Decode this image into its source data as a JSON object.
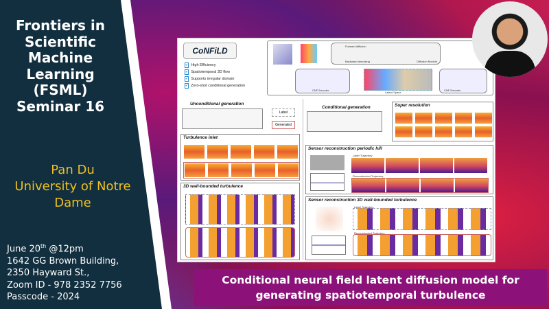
{
  "seminar": {
    "title": "Frontiers in Scientific Machine Learning (FSML) Seminar 16"
  },
  "speaker": {
    "name": "Pan Du",
    "affiliation": "University of Notre Dame"
  },
  "details": {
    "date_prefix": "June 20",
    "date_sup": "th",
    "time": " @12pm",
    "location1": "1642 GG Brown Building,",
    "location2": "2350 Hayward St.,",
    "zoom": "Zoom ID - 978 2352 7756",
    "passcode": "Passcode - 2024"
  },
  "figure": {
    "logo": "CoNFiLD",
    "features": [
      "High Efficiency",
      "Spatiotemporal 3D flow",
      "Supports irregular domain",
      "Zero-shot conditional generation"
    ],
    "diagram_labels": {
      "forward": "Forward diffusion",
      "backward": "Backward denoising",
      "diffusion_module": "Diffusion Module",
      "cnf_encoder": "CNF Encoder",
      "latent_space": "Latent Space",
      "cnf_decoder": "CNF Decoder"
    },
    "sections": {
      "unconditional": "Unconditional generation",
      "conditional": "Conditional generation",
      "label": "Label",
      "generated": "Generated",
      "super_resolution": "Super resolution",
      "turbulence_inlet": "Turbulence inlet",
      "periodic_hill": "Sensor reconstruction periodic hill",
      "wall_3d": "3D wall-bounded turbulence",
      "sensor_3d": "Sensor reconstruction 3D wall-bounded turbulence",
      "label_traj": "Label Trajectory",
      "recon_traj": "Reconstructed Trajectory",
      "t": "t"
    }
  },
  "banner": {
    "line1": "Conditional neural field latent diffusion model for",
    "line2": "generating spatiotemporal turbulence"
  }
}
